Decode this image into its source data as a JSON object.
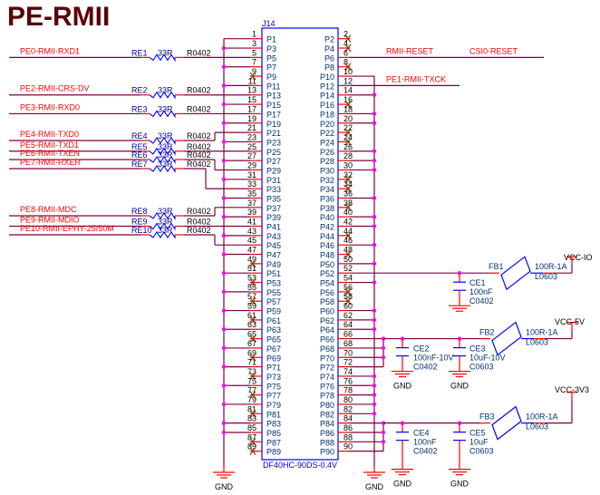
{
  "title": "PE-RMII",
  "connector": {
    "ref": "J14",
    "part": "DF40HC-90DS-0.4V",
    "left_pins": [
      "P1",
      "P3",
      "P5",
      "P7",
      "P9",
      "P11",
      "P13",
      "P15",
      "P17",
      "P19",
      "P21",
      "P23",
      "P25",
      "P27",
      "P29",
      "P31",
      "P33",
      "P35",
      "P37",
      "P39",
      "P41",
      "P43",
      "P45",
      "P47",
      "P49",
      "P51",
      "P53",
      "P55",
      "P57",
      "P59",
      "P61",
      "P63",
      "P65",
      "P67",
      "P69",
      "P71",
      "P73",
      "P75",
      "P77",
      "P79",
      "P81",
      "P83",
      "P85",
      "P87",
      "P89"
    ],
    "right_pins": [
      "P2",
      "P4",
      "P6",
      "P8",
      "P10",
      "P12",
      "P14",
      "P16",
      "P18",
      "P20",
      "P22",
      "P24",
      "P26",
      "P28",
      "P30",
      "P32",
      "P34",
      "P36",
      "P38",
      "P40",
      "P42",
      "P44",
      "P46",
      "P48",
      "P50",
      "P52",
      "P54",
      "P56",
      "P58",
      "P60",
      "P62",
      "P64",
      "P66",
      "P68",
      "P70",
      "P72",
      "P74",
      "P76",
      "P78",
      "P80",
      "P82",
      "P84",
      "P86",
      "P88",
      "P90"
    ],
    "left_nums": [
      "1",
      "3",
      "5",
      "7",
      "9",
      "11",
      "13",
      "15",
      "17",
      "19",
      "21",
      "23",
      "25",
      "27",
      "29",
      "31",
      "33",
      "35",
      "37",
      "39",
      "41",
      "43",
      "45",
      "47",
      "49",
      "51",
      "53",
      "55",
      "57",
      "59",
      "61",
      "63",
      "65",
      "67",
      "69",
      "71",
      "73",
      "75",
      "77",
      "79",
      "81",
      "83",
      "85",
      "87",
      "89"
    ],
    "right_nums": [
      "2",
      "4",
      "6",
      "8",
      "10",
      "12",
      "14",
      "16",
      "18",
      "20",
      "22",
      "24",
      "26",
      "28",
      "30",
      "32",
      "34",
      "36",
      "38",
      "40",
      "42",
      "44",
      "46",
      "48",
      "50",
      "52",
      "54",
      "56",
      "58",
      "60",
      "62",
      "64",
      "66",
      "68",
      "70",
      "72",
      "74",
      "76",
      "78",
      "80",
      "82",
      "84",
      "86",
      "88",
      "90"
    ],
    "left_conn": [
      "gnd-top",
      "gnd",
      "sig",
      "gnd",
      "nc",
      "gnd",
      "sig",
      "gnd",
      "sig",
      "gnd",
      "sig",
      "gnd",
      "sig",
      "gnd",
      "sig",
      "gnd",
      "sig",
      "gnd",
      "sig",
      "gnd",
      "sig",
      "gnd",
      "sig",
      "gnd",
      "nc",
      "gnd",
      "nc",
      "gnd",
      "nc",
      "gnd",
      "nc",
      "gnd",
      "nc",
      "gnd",
      "nc",
      "gnd",
      "nc",
      "gnd",
      "nc",
      "gnd",
      "nc",
      "gnd",
      "gnd",
      "nc",
      "nc"
    ],
    "right_conn": [
      "nc",
      "nc",
      "reset",
      "nc",
      "gnd-top",
      "txck",
      "gnd",
      "nc",
      "gnd",
      "gnd",
      "nc",
      "nc",
      "gnd",
      "gnd",
      "gnd",
      "nc",
      "nc",
      "gnd",
      "nc",
      "gnd",
      "gnd",
      "nc",
      "gnd",
      "nc",
      "gnd",
      "vccio",
      "gnd",
      "nc",
      "nc",
      "gnd",
      "gnd",
      "gnd",
      "v5",
      "v5",
      "v5",
      "v5",
      "gnd",
      "gnd",
      "gnd",
      "gnd",
      "gnd",
      "v33",
      "v33",
      "v33",
      "v33"
    ]
  },
  "signals": [
    {
      "net": "PE0-RMII-RXD1",
      "ref": "RE1",
      "value": "33R",
      "footprint": "R0402"
    },
    {
      "net": "PE2-RMII-CRS-DV",
      "ref": "RE2",
      "value": "33R",
      "footprint": "R0402"
    },
    {
      "net": "PE3-RMII-RXD0",
      "ref": "RE3",
      "value": "33R",
      "footprint": "R0402"
    },
    {
      "net": "PE4-RMII-TXD0",
      "ref": "RE4",
      "value": "33R",
      "footprint": "R0402"
    },
    {
      "net": "PE5-RMII-TXD1",
      "ref": "RE5",
      "value": "33R",
      "footprint": "R0402"
    },
    {
      "net": "PE6-RMII-TXEN",
      "ref": "RE6",
      "value": "33R",
      "footprint": "R0402"
    },
    {
      "net": "PE7-RMII-RXER",
      "ref": "RE7",
      "value": "33R",
      "footprint": "R0402"
    },
    {
      "net": "PE8-RMII-MDC",
      "ref": "RE8",
      "value": "33R",
      "footprint": "R0402"
    },
    {
      "net": "PE9-RMII-MDIO",
      "ref": "RE9",
      "value": "33R",
      "footprint": "R0402"
    },
    {
      "net": "PE10-RMII-EPHY-25/50M",
      "ref": "RE10",
      "value": "33R",
      "footprint": "R0402"
    }
  ],
  "right_nets": {
    "reset_a": "RMII-RESET",
    "reset_b": "CSI0-RESET",
    "txck": "PE1-RMII-TXCK"
  },
  "power": {
    "gnd": "GND",
    "fb1": {
      "ref": "FB1",
      "value": "100R-1A",
      "footprint": "L0603",
      "rail": "VCC-IO"
    },
    "fb2": {
      "ref": "FB2",
      "value": "100R-1A",
      "footprint": "L0603",
      "rail": "VCC-5V"
    },
    "fb3": {
      "ref": "FB3",
      "value": "100R-1A",
      "footprint": "L0603",
      "rail": "VCC-3V3"
    },
    "ce1": {
      "ref": "CE1",
      "value": "100nF",
      "footprint": "C0402"
    },
    "ce2": {
      "ref": "CE2",
      "value": "100nF-10V",
      "footprint": "C0402"
    },
    "ce3": {
      "ref": "CE3",
      "value": "10uF-10V",
      "footprint": "C0603"
    },
    "ce4": {
      "ref": "CE4",
      "value": "100nF",
      "footprint": "C0402"
    },
    "ce5": {
      "ref": "CE5",
      "value": "10uF",
      "footprint": "C0603"
    }
  },
  "colors": {
    "wire": "#800040",
    "pin": "#ff0000",
    "part": "#0000ff",
    "pin_label": "#003070",
    "junction": "#ff00ff",
    "net_label": "#ff0000",
    "nc": "#804000"
  }
}
